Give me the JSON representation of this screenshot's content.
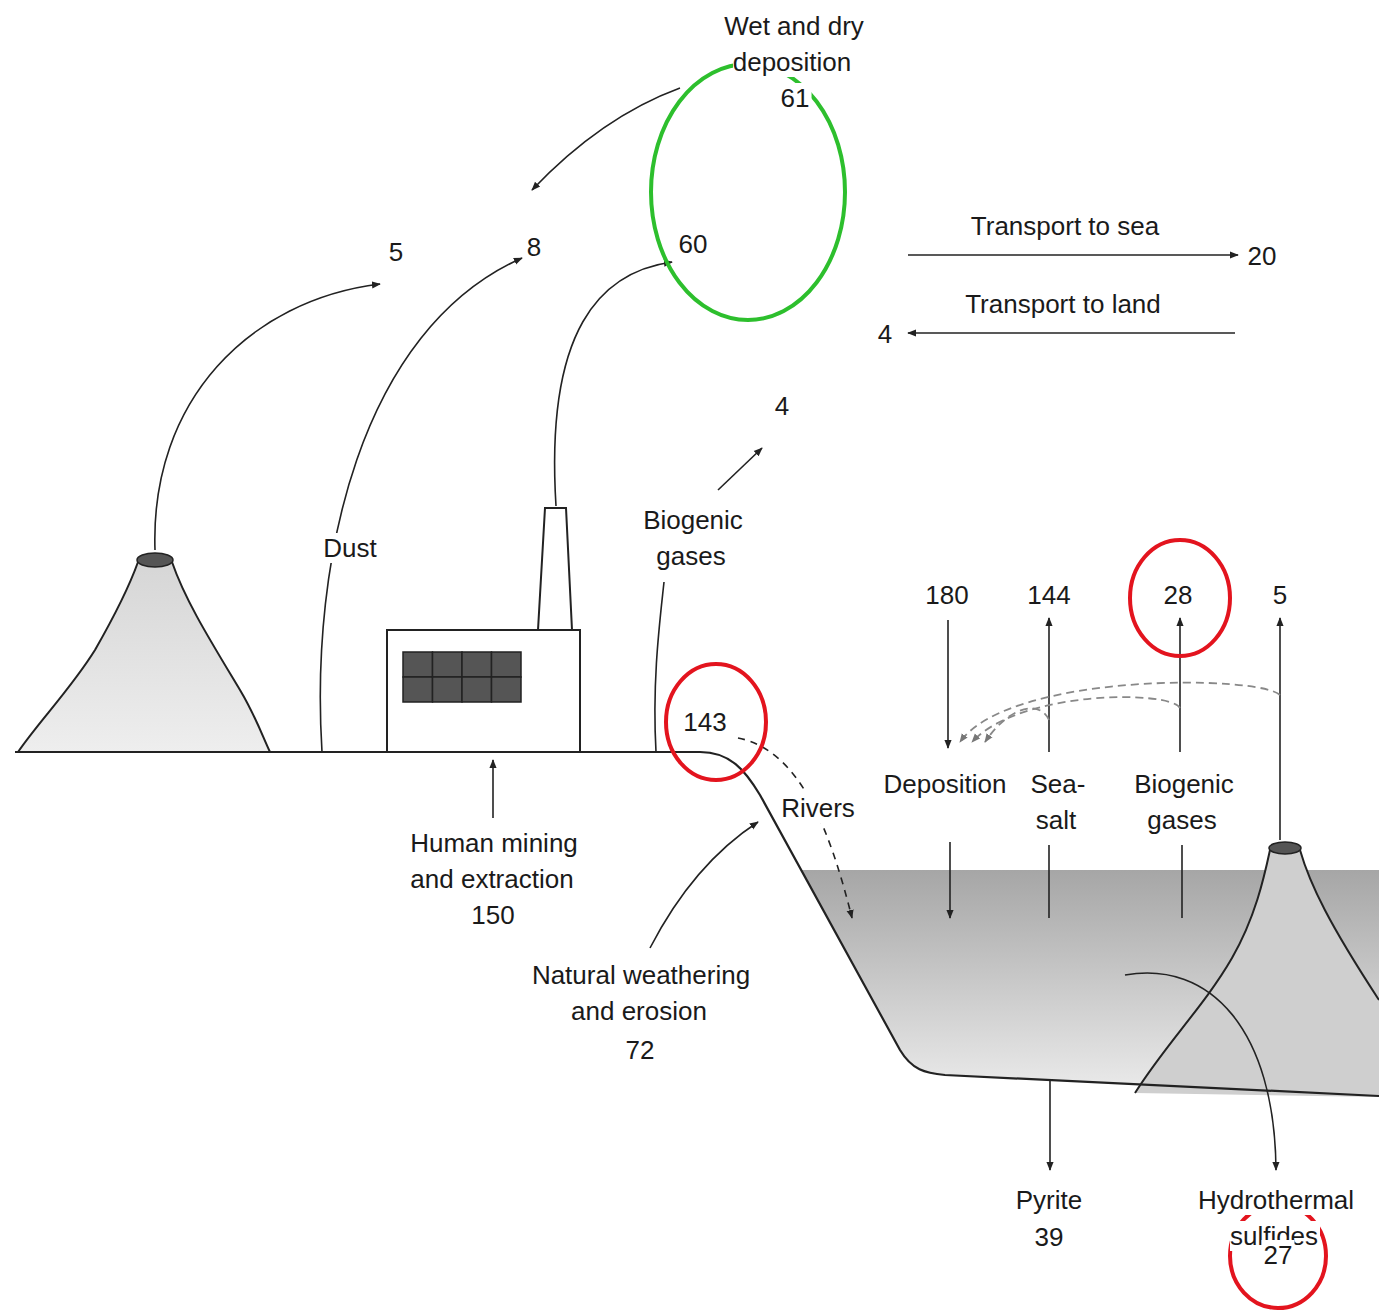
{
  "diagram": {
    "labels": [
      "Wet and dry deposition",
      "61",
      "5",
      "8",
      "60",
      "Transport to sea",
      "20",
      "Transport to land",
      "4",
      "4",
      "Dust",
      "Biogenic gases",
      "180",
      "144",
      "28",
      "5",
      "143",
      "Deposition",
      "Sea- salt",
      "Rivers",
      "Biogenic gases",
      "Human mining and extraction",
      "150",
      "Natural weathering and erosion",
      "72",
      "Pyrite",
      "39",
      "Hydrothermal sulfides",
      "27"
    ]
  }
}
